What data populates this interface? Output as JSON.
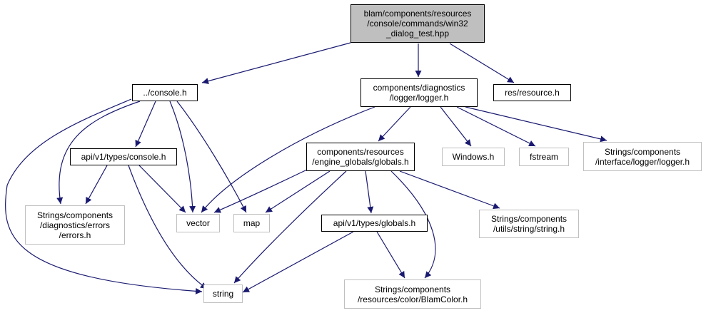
{
  "graph": {
    "colors": {
      "edge": "#191970",
      "root_fill": "#bfbfbf",
      "solid_border": "#000000",
      "external_border": "#bfbfbf"
    },
    "nodes": [
      {
        "id": "root",
        "lines": [
          "blam/components/resources",
          "/console/commands/win32",
          "_dialog_test.hpp"
        ]
      },
      {
        "id": "console_h",
        "lines": [
          "../console.h"
        ]
      },
      {
        "id": "logger_h",
        "lines": [
          "components/diagnostics",
          "/logger/logger.h"
        ]
      },
      {
        "id": "resource_h",
        "lines": [
          "res/resource.h"
        ]
      },
      {
        "id": "types_console_h",
        "lines": [
          "api/v1/types/console.h"
        ]
      },
      {
        "id": "globals_h",
        "lines": [
          "components/resources",
          "/engine_globals/globals.h"
        ]
      },
      {
        "id": "windows_h",
        "lines": [
          "Windows.h"
        ]
      },
      {
        "id": "fstream",
        "lines": [
          "fstream"
        ]
      },
      {
        "id": "strings_logger_h",
        "lines": [
          "Strings/components",
          "/interface/logger/logger.h"
        ]
      },
      {
        "id": "errors_h",
        "lines": [
          "Strings/components",
          "/diagnostics/errors",
          "/errors.h"
        ]
      },
      {
        "id": "vector",
        "lines": [
          "vector"
        ]
      },
      {
        "id": "map",
        "lines": [
          "map"
        ]
      },
      {
        "id": "types_globals_h",
        "lines": [
          "api/v1/types/globals.h"
        ]
      },
      {
        "id": "string_h",
        "lines": [
          "Strings/components",
          "/utils/string/string.h"
        ]
      },
      {
        "id": "string",
        "lines": [
          "string"
        ]
      },
      {
        "id": "blamcolor_h",
        "lines": [
          "Strings/components",
          "/resources/color/BlamColor.h"
        ]
      }
    ],
    "edges": [
      [
        "root",
        "console_h"
      ],
      [
        "root",
        "logger_h"
      ],
      [
        "root",
        "resource_h"
      ],
      [
        "console_h",
        "types_console_h"
      ],
      [
        "console_h",
        "errors_h"
      ],
      [
        "console_h",
        "vector"
      ],
      [
        "console_h",
        "map"
      ],
      [
        "console_h",
        "string"
      ],
      [
        "logger_h",
        "vector"
      ],
      [
        "logger_h",
        "globals_h"
      ],
      [
        "logger_h",
        "windows_h"
      ],
      [
        "logger_h",
        "fstream"
      ],
      [
        "logger_h",
        "strings_logger_h"
      ],
      [
        "types_console_h",
        "errors_h"
      ],
      [
        "types_console_h",
        "vector"
      ],
      [
        "types_console_h",
        "string"
      ],
      [
        "globals_h",
        "vector"
      ],
      [
        "globals_h",
        "map"
      ],
      [
        "globals_h",
        "types_globals_h"
      ],
      [
        "globals_h",
        "string_h"
      ],
      [
        "globals_h",
        "string"
      ],
      [
        "globals_h",
        "blamcolor_h"
      ],
      [
        "types_globals_h",
        "string"
      ],
      [
        "types_globals_h",
        "blamcolor_h"
      ]
    ]
  }
}
